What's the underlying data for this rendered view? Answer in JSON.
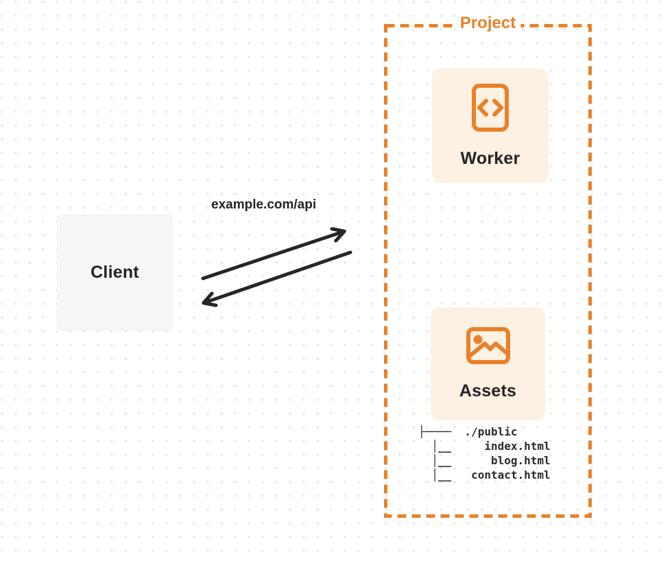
{
  "client": {
    "label": "Client"
  },
  "connection": {
    "url_label": "example.com/api"
  },
  "project": {
    "label": "Project",
    "worker": {
      "label": "Worker",
      "icon": "code-document-icon"
    },
    "assets": {
      "label": "Assets",
      "icon": "image-icon"
    },
    "file_tree": [
      "├────  ./public",
      "  │__     index.html",
      "  │__      blog.html",
      "  │__   contact.html"
    ]
  },
  "colors": {
    "accent_orange": "#e8812a",
    "card_background": "#fcf1e3",
    "client_background": "#f6f6f6",
    "ink": "#242424",
    "dot_grid": "#e2e2e2"
  }
}
